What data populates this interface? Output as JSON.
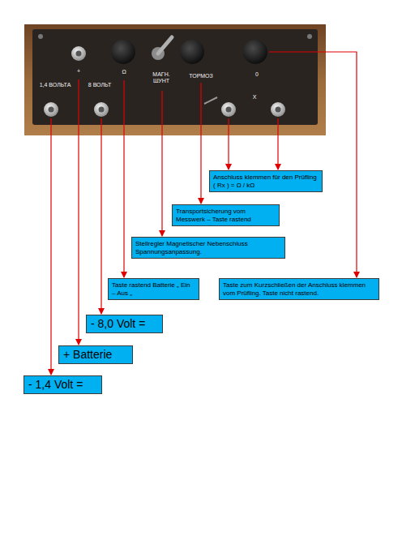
{
  "diagram": {
    "nodes": [
      {
        "text": [
          "Anschluss klemmen für den Prüfling ( Rx ) = Ω / kΩ"
        ]
      },
      {
        "text": [
          "Transportsicherung vom Messwerk – Taste rastend"
        ]
      },
      {
        "text": [
          "Stellregler Magnetischer Nebenschluss Spannungsanpassung."
        ]
      },
      {
        "text": [
          "Taste rastend Batterie „ Ein – Aus „"
        ]
      },
      {
        "text": [
          "Taste zum Kurzschließen der Anschluss klemmen vom Prüfling. Taste nicht rastend."
        ]
      },
      {
        "text": [
          "- 8,0 Volt ="
        ]
      },
      {
        "text": [
          "+ Batterie"
        ]
      },
      {
        "text": [
          "- 1,4 Volt ="
        ]
      }
    ],
    "labels": [
      "1,4 ВОЛЬТА",
      "+",
      "8 ВОЛЬТ",
      "Ω",
      "МАГН. ШУНТ",
      "ТОРМОЗ",
      "0",
      "X"
    ]
  }
}
